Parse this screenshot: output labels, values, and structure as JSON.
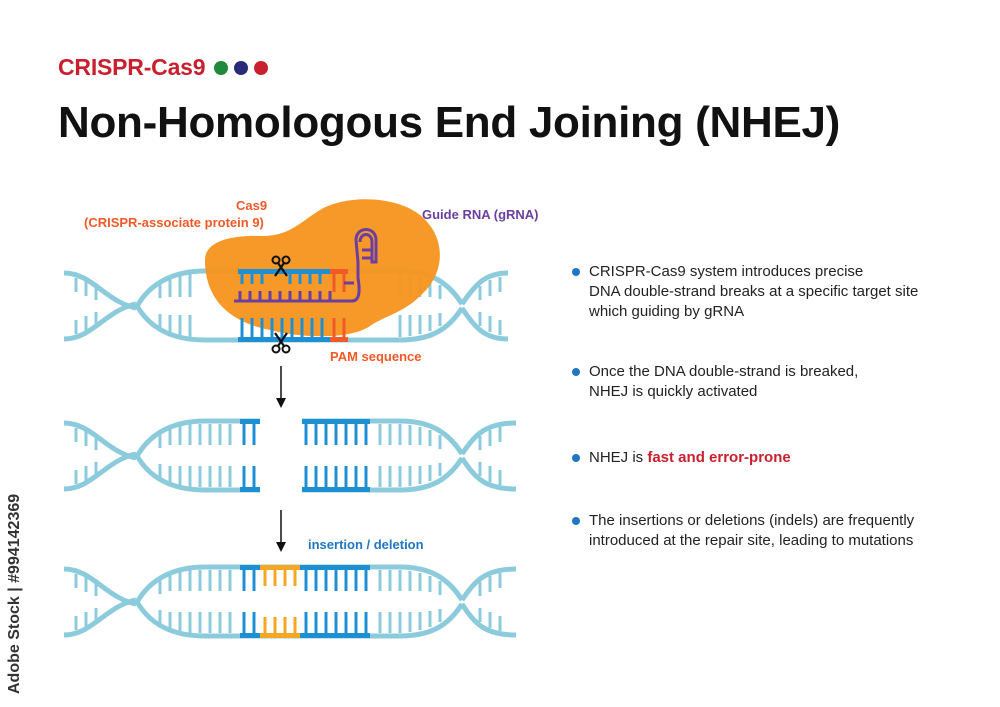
{
  "header": {
    "brand": "CRISPR-Cas9",
    "brand_dots": [
      "#1e8a3a",
      "#2b2a78",
      "#c8202f"
    ],
    "title": "Non-Homologous End Joining (NHEJ)"
  },
  "diagram": {
    "cas9_label": "Cas9",
    "cas9_sublabel": "(CRISPR-associate protein 9)",
    "guide_rna_label": "Guide RNA (gRNA)",
    "pam_label": "PAM sequence",
    "indel_label": "insertion / deletion",
    "colors": {
      "backbone": "#8ccbdc",
      "target": "#1f8fd4",
      "cas9": "#f7941d",
      "grna": "#6b3fa0",
      "pam": "#f05a28",
      "indel": "#f5a623",
      "scissors": "scissors-icon",
      "arrow": "arrow-down-icon"
    }
  },
  "bullets": [
    {
      "lines": [
        "CRISPR-Cas9 system introduces precise",
        "DNA double-strand breaks at a specific target site",
        "which guiding by gRNA"
      ]
    },
    {
      "lines": [
        "Once the DNA double-strand is breaked,",
        "NHEJ is quickly activated"
      ]
    },
    {
      "prefix": "NHEJ is ",
      "highlight": "fast and error-prone"
    },
    {
      "lines": [
        "The insertions or deletions (indels) are frequently",
        "introduced at the repair site, leading to mutations"
      ]
    }
  ],
  "watermark": "Adobe Stock | #994142369"
}
